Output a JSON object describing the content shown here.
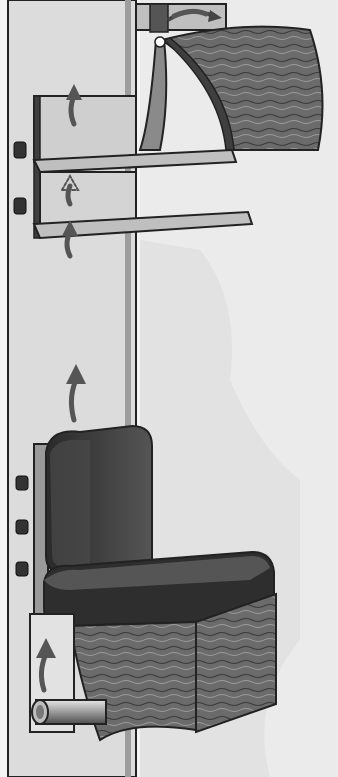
{
  "diagram": {
    "kind": "wall airflow illustration",
    "style": "grayscale technical cutaway",
    "colors": {
      "background": "#f4f4f4",
      "wall_face": "#dcdcdc",
      "wall_edge": "#b8b8b8",
      "outline": "#222222",
      "panel_light": "#bfbfbf",
      "panel_dark": "#3f3f3f",
      "cushion_top": "#2e2e2e",
      "cushion_side": "#4a4a4a",
      "wood_fill": "#6b6b6b",
      "airflow": "#555555",
      "pipe": "#9a9a9a"
    },
    "components": [
      "wall",
      "upper-bracket",
      "upper-shelf",
      "lower-shelf",
      "curved-plate",
      "sloped-wood-board",
      "top-vent",
      "bench-backrest",
      "bench-seat",
      "bench-base-block",
      "floor-pipe",
      "airflow-arrows",
      "wall-mounting-bolts"
    ],
    "airflow_arrow_count": 6,
    "bolt_count": 5
  }
}
